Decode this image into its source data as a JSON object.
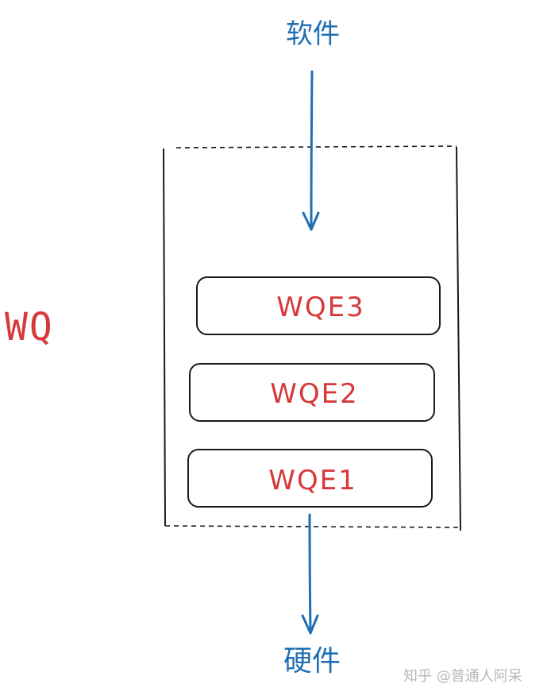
{
  "labels": {
    "top": "软件",
    "bottom": "硬件",
    "queue": "WQ"
  },
  "entries": [
    "WQE3",
    "WQE2",
    "WQE1"
  ],
  "watermark": "知乎 @普通人阿呆",
  "colors": {
    "arrow": "#1f6fb3",
    "entry_text": "#d6393b",
    "outline": "#1a1a1a"
  }
}
